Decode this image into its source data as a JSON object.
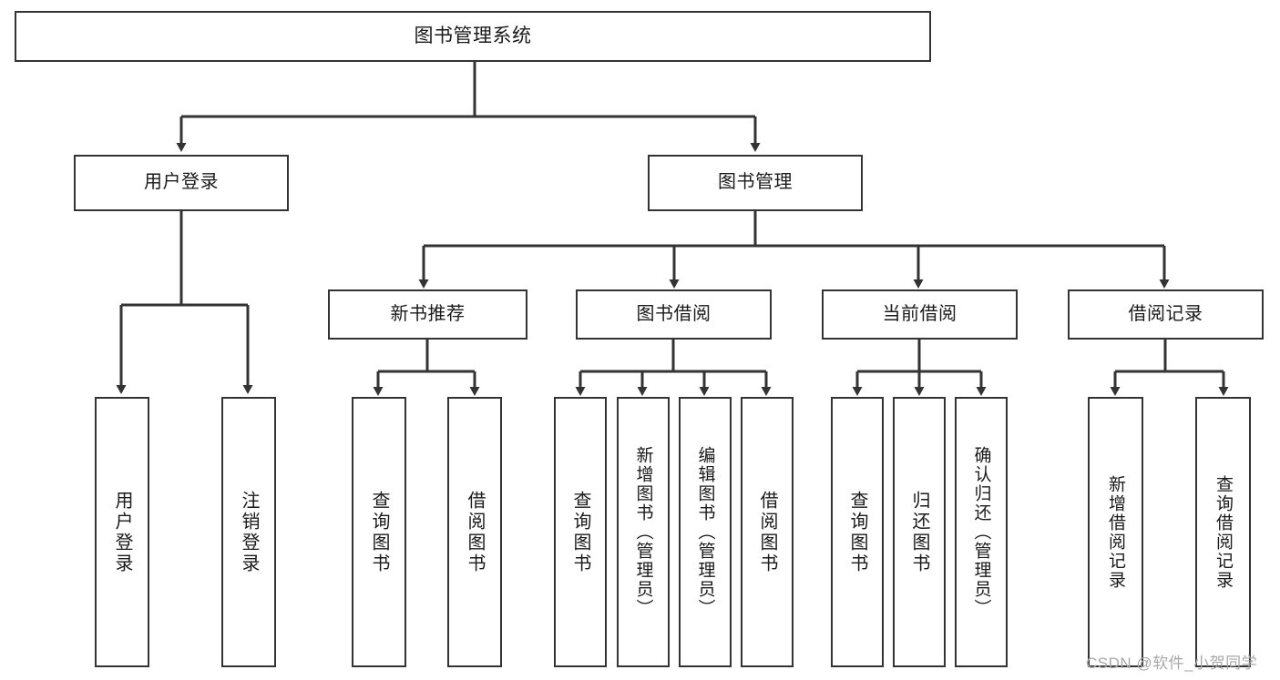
{
  "diagram": {
    "title": "图书管理系统",
    "type": "functional-structure-tree",
    "colors": {
      "box_border": "#333333",
      "box_fill": "#ffffff",
      "connector": "#333333",
      "text": "#1a1a1a",
      "watermark": "#a8a8a8",
      "background": "#ffffff"
    },
    "nodes": {
      "root": {
        "label": "图书管理系统"
      },
      "level1": [
        {
          "label": "用户登录"
        },
        {
          "label": "图书管理"
        }
      ],
      "level2": [
        {
          "label": "新书推荐"
        },
        {
          "label": "图书借阅"
        },
        {
          "label": "当前借阅"
        },
        {
          "label": "借阅记录"
        }
      ],
      "leaves_user_login": [
        {
          "label": "用户登录"
        },
        {
          "label": "注销登录"
        }
      ],
      "leaves_new_book": [
        {
          "label": "查询图书"
        },
        {
          "label": "借阅图书"
        }
      ],
      "leaves_borrow": [
        {
          "label": "查询图书"
        },
        {
          "label": "新增图书（管理员）"
        },
        {
          "label": "编辑图书（管理员）"
        },
        {
          "label": "借阅图书"
        }
      ],
      "leaves_current": [
        {
          "label": "查询图书"
        },
        {
          "label": "归还图书"
        },
        {
          "label": "确认归还（管理员）"
        }
      ],
      "leaves_records": [
        {
          "label": "新增借阅记录"
        },
        {
          "label": "查询借阅记录"
        }
      ]
    },
    "watermark": "CSDN @软件_小贺同学"
  }
}
